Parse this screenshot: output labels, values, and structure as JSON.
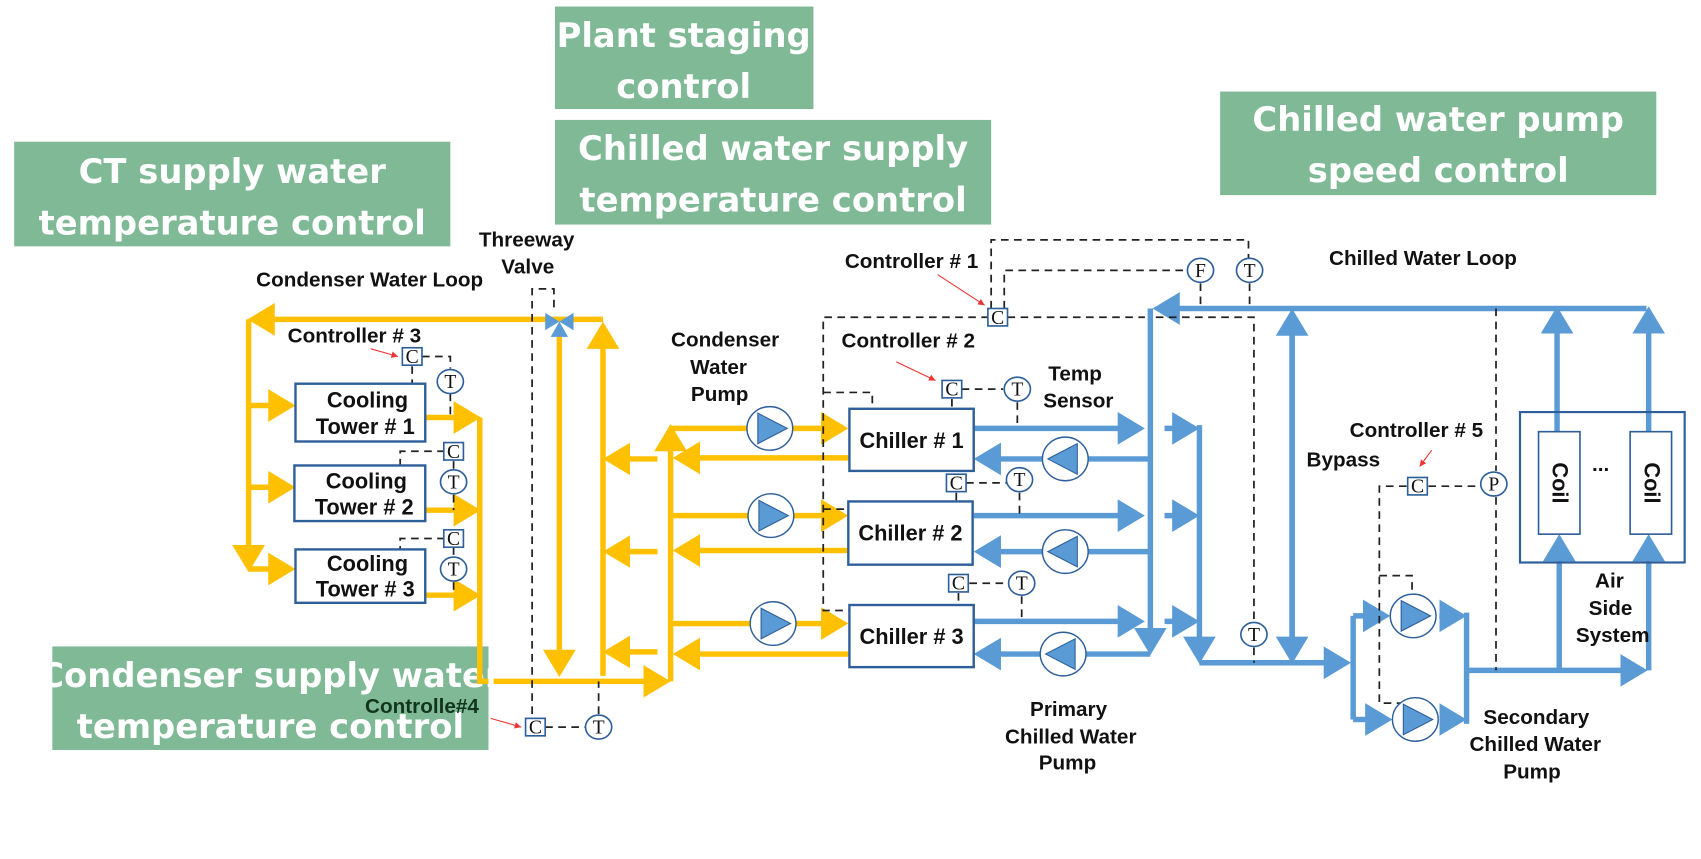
{
  "colors": {
    "condenser_loop": "#FFC000",
    "chilled_loop": "#5B9BD5",
    "control_box": "#7FB996",
    "equipment_border": "#2E5F9A"
  },
  "control_boxes": {
    "plant_staging": [
      "Plant staging",
      "control"
    ],
    "ct_supply": [
      "CT supply water",
      "temperature control"
    ],
    "chw_supply": [
      "Chilled water supply",
      "temperature control"
    ],
    "chw_pump_speed": [
      "Chilled water pump",
      "speed control"
    ],
    "condenser_supply": [
      "Condenser supply water",
      "temperature control"
    ]
  },
  "labels": {
    "threeway_valve": [
      "Threeway",
      "Valve"
    ],
    "condenser_water_loop": "Condenser Water Loop",
    "controller_1": "Controller # 1",
    "controller_2": "Controller # 2",
    "controller_3": "Controller # 3",
    "controller_4": "Controlle#4",
    "controller_5": "Controller # 5",
    "condenser_water_pump": [
      "Condenser",
      "Water",
      "Pump"
    ],
    "temp_sensor": [
      "Temp",
      "Sensor"
    ],
    "chilled_water_loop": "Chilled Water Loop",
    "bypass": "Bypass",
    "primary_pump": [
      "Primary",
      "Chilled Water",
      "Pump"
    ],
    "secondary_pump": [
      "Secondary",
      "Chilled Water",
      "Pump"
    ],
    "air_side": [
      "Air",
      "Side",
      "System"
    ],
    "coil_ellipsis": "..."
  },
  "equipment": {
    "cooling_towers": [
      [
        "Cooling",
        "Tower # 1"
      ],
      [
        "Cooling",
        "Tower # 2"
      ],
      [
        "Cooling",
        "Tower # 3"
      ]
    ],
    "chillers": [
      "Chiller # 1",
      "Chiller # 2",
      "Chiller # 3"
    ],
    "coils": [
      "Coil",
      "Coil"
    ]
  },
  "symbols": {
    "controller": "C",
    "temperature": "T",
    "flow": "F",
    "pressure": "P"
  }
}
